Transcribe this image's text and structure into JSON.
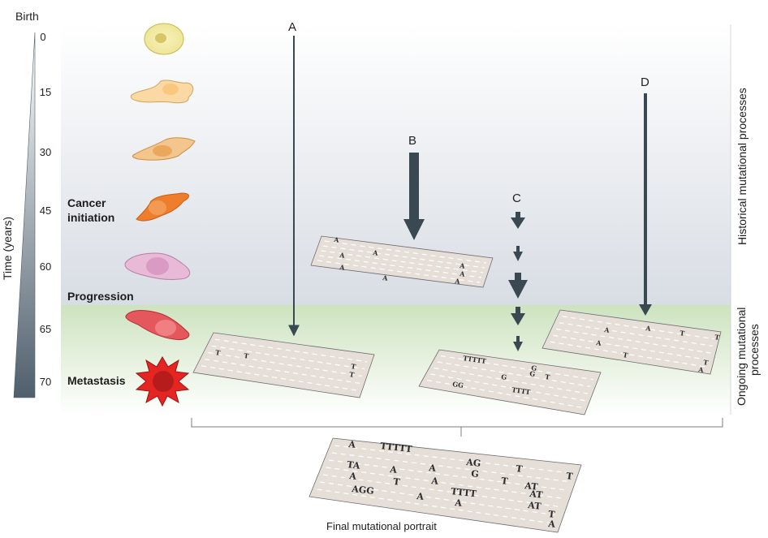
{
  "time_axis": {
    "title": "Time (years)",
    "top_label": "Birth",
    "ticks": [
      "0",
      "15",
      "30",
      "45",
      "60",
      "65",
      "70"
    ]
  },
  "stages": {
    "initiation": "Cancer\ninitiation",
    "progression": "Progression",
    "metastasis": "Metastasis"
  },
  "processes": {
    "a": "A",
    "b": "B",
    "c": "C",
    "d": "D"
  },
  "phases": {
    "historical": "Historical mutational processes",
    "ongoing_line1": "Ongoing mutational",
    "ongoing_line2": "processes"
  },
  "final_caption": "Final mutational portrait",
  "genome_cards": {
    "card_b": [
      "A",
      "A",
      "A",
      "A",
      "A",
      "A",
      "A",
      "A"
    ],
    "card_a": [
      "T",
      "T",
      "T",
      "T"
    ],
    "card_c": [
      "TTTTT",
      "G",
      "G",
      "G",
      "T",
      "GG",
      "TTTT"
    ],
    "card_d": [
      "A",
      "A",
      "T",
      "T",
      "A",
      "T",
      "T",
      "A"
    ],
    "final": [
      "A",
      "TTTTT",
      "TA",
      "A",
      "A",
      "AG",
      "T",
      "T",
      "A",
      "T",
      "A",
      "G",
      "T",
      "AT",
      "AGG",
      "A",
      "TTTT",
      "AT",
      "AT",
      "A",
      "T",
      "A"
    ]
  },
  "colors": {
    "historical_bg": "#dfe4ea",
    "ongoing_bg": "#d5e6c8",
    "arrow": "#3a4852",
    "card_fill": "#e5dfd8",
    "card_stroke": "#6d6d6d"
  }
}
